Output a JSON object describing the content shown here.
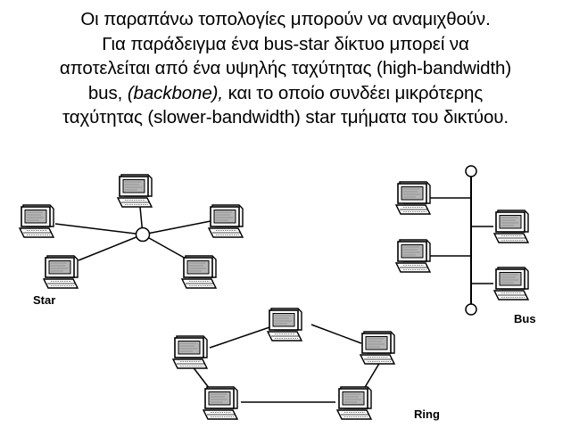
{
  "text": {
    "line1": "Οι παραπάνω τοπολογίες μπορούν να αναμιχθούν.",
    "line2": "Για παράδειγμα ένα bus-star δίκτυο μπορεί να",
    "line3": "αποτελείται από ένα υψηλής ταχύτητας (high-bandwidth)",
    "line4_a": "bus, ",
    "line4_em": "(backbone),",
    "line4_b": " και το οποίο συνδέει μικρότερης",
    "line5": "ταχύτητας (slower-bandwidth) star τμήματα του δικτύου."
  },
  "topologies": {
    "star": {
      "label": "Star",
      "node_count": 5
    },
    "bus": {
      "label": "Bus",
      "node_count": 4
    },
    "ring": {
      "label": "Ring",
      "node_count": 5
    }
  }
}
